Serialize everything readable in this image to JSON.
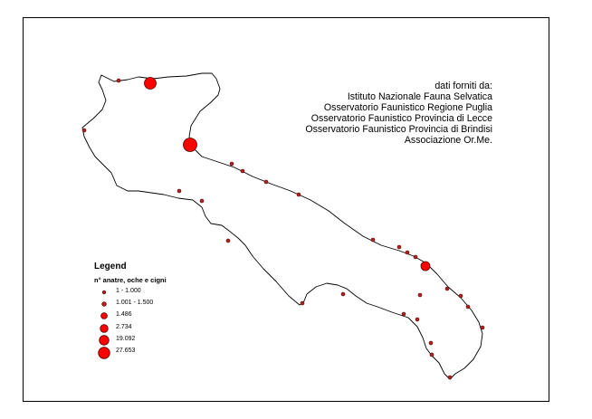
{
  "map": {
    "credits": {
      "heading": "dati forniti da:",
      "sources": [
        "Istituto Nazionale Fauna Selvatica",
        "Osservatorio Faunistico Regione Puglia",
        "Osservatorio Faunistico Provincia di Lecce",
        "Osservatorio Faunistico Provincia di Brindisi",
        "Associazione Or.Me."
      ]
    },
    "legend": {
      "title": "Legend",
      "subtitle": "n° anatre, oche e cigni",
      "classes": [
        {
          "label": "1 - 1.000",
          "size_rank": 1
        },
        {
          "label": "1.001 - 1.500",
          "size_rank": 2
        },
        {
          "label": "1.486",
          "size_rank": 3
        },
        {
          "label": "2.734",
          "size_rank": 4
        },
        {
          "label": "19.092",
          "size_rank": 5
        },
        {
          "label": "27.653",
          "size_rank": 6
        }
      ]
    },
    "colors": {
      "marker_fill": "#ff0000",
      "marker_small_fill": "#b22222",
      "marker_stroke": "#550000",
      "outline": "#000000"
    }
  }
}
